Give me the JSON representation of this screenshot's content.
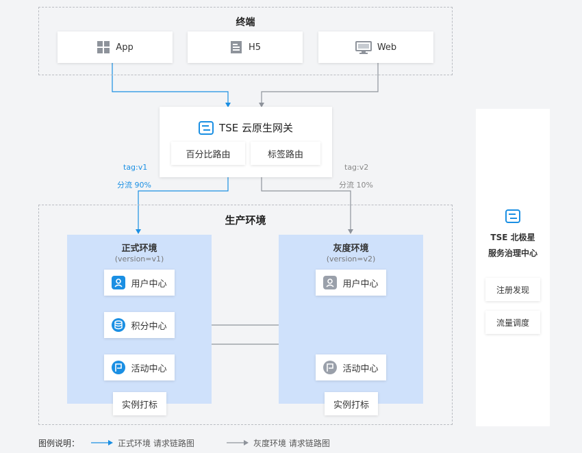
{
  "terminal": {
    "title": "终端",
    "app": "App",
    "h5": "H5",
    "web": "Web"
  },
  "gateway": {
    "title": "TSE 云原生网关",
    "percent_route": "百分比路由",
    "tag_route": "标签路由"
  },
  "flow": {
    "left_tag": "tag:v1",
    "left_split": "分流 90%",
    "right_tag": "tag:v2",
    "right_split": "分流 10%"
  },
  "production": {
    "title": "生产环境",
    "formal": {
      "title": "正式环境",
      "version": "(version=v1)",
      "user_center": "用户中心",
      "points_center": "积分中心",
      "activity_center": "活动中心",
      "tagging": "实例打标"
    },
    "gray": {
      "title": "灰度环境",
      "version": "(version=v2)",
      "user_center": "用户中心",
      "activity_center": "活动中心",
      "tagging": "实例打标"
    }
  },
  "polaris": {
    "title_line1": "TSE 北极星",
    "title_line2": "服务治理中心",
    "register": "注册发现",
    "traffic": "流量调度"
  },
  "legend": {
    "label": "图例说明：",
    "formal": "正式环境 请求链路图",
    "gray": "灰度环境 请求链路图"
  },
  "colors": {
    "blue": "#1a8fe3",
    "gray": "#9aa0aa",
    "env_bg": "#cfe1fb"
  }
}
